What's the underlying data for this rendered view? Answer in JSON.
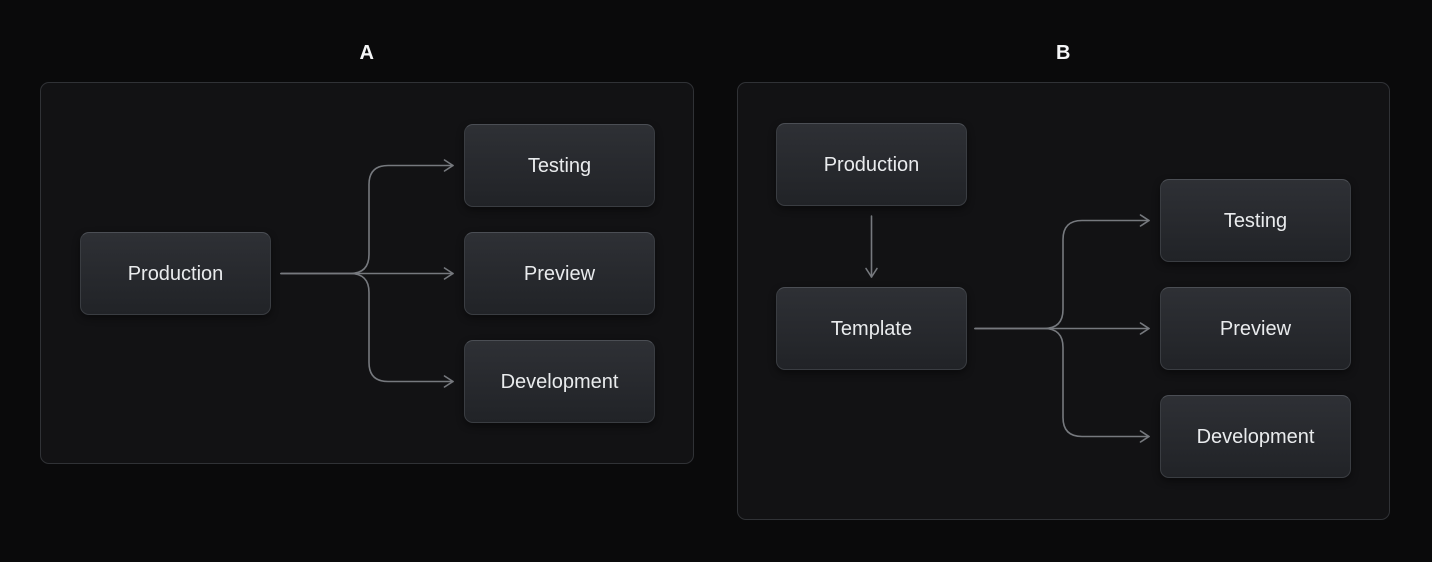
{
  "colors": {
    "bg": "#0a0a0b",
    "panel_bg": "#121214",
    "panel_border": "#303236",
    "node_bg_top": "#2e3035",
    "node_bg_bottom": "#212327",
    "node_border": "#3a3d42",
    "node_text": "#e9ebed",
    "edge": "#76797e",
    "label_text": "#f5f6f7"
  },
  "diagrams": [
    {
      "id": "a",
      "label": "A",
      "nodes": [
        {
          "id": "production",
          "label": "Production"
        },
        {
          "id": "testing",
          "label": "Testing"
        },
        {
          "id": "preview",
          "label": "Preview"
        },
        {
          "id": "development",
          "label": "Development"
        }
      ],
      "edges": [
        {
          "from": "production",
          "to": "testing"
        },
        {
          "from": "production",
          "to": "preview"
        },
        {
          "from": "production",
          "to": "development"
        }
      ]
    },
    {
      "id": "b",
      "label": "B",
      "nodes": [
        {
          "id": "production",
          "label": "Production"
        },
        {
          "id": "template",
          "label": "Template"
        },
        {
          "id": "testing",
          "label": "Testing"
        },
        {
          "id": "preview",
          "label": "Preview"
        },
        {
          "id": "development",
          "label": "Development"
        }
      ],
      "edges": [
        {
          "from": "production",
          "to": "template"
        },
        {
          "from": "template",
          "to": "testing"
        },
        {
          "from": "template",
          "to": "preview"
        },
        {
          "from": "template",
          "to": "development"
        }
      ]
    }
  ]
}
